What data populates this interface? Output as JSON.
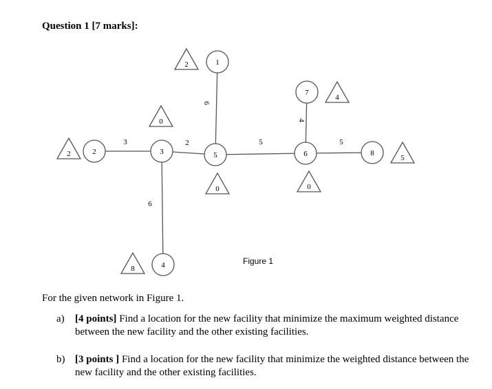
{
  "question": {
    "title": "Question 1 [7 marks]:"
  },
  "figure": {
    "caption": "Figure 1",
    "nodes": [
      {
        "id": "n2",
        "label": "2"
      },
      {
        "id": "n3",
        "label": "3"
      },
      {
        "id": "n4",
        "label": "4"
      },
      {
        "id": "n1",
        "label": "1"
      },
      {
        "id": "n5",
        "label": "5"
      },
      {
        "id": "n6",
        "label": "6"
      },
      {
        "id": "n7",
        "label": "7"
      },
      {
        "id": "n8",
        "label": "8"
      }
    ],
    "weights": [
      {
        "node": "n2",
        "label": "2"
      },
      {
        "node": "n3",
        "label": "0"
      },
      {
        "node": "n4",
        "label": "8"
      },
      {
        "node": "n1",
        "label": "2"
      },
      {
        "node": "n5",
        "label": "0"
      },
      {
        "node": "n6",
        "label": "0"
      },
      {
        "node": "n7",
        "label": "4"
      },
      {
        "node": "n8",
        "label": "5"
      }
    ],
    "edges": [
      {
        "from": "n2",
        "to": "n3",
        "length": "3"
      },
      {
        "from": "n3",
        "to": "n5",
        "length": "2"
      },
      {
        "from": "n3",
        "to": "n4",
        "length": "6"
      },
      {
        "from": "n5",
        "to": "n1",
        "length": "6"
      },
      {
        "from": "n5",
        "to": "n6",
        "length": "5"
      },
      {
        "from": "n6",
        "to": "n7",
        "length": "4"
      },
      {
        "from": "n6",
        "to": "n8",
        "length": "5"
      }
    ]
  },
  "intro": "For the given network in Figure 1.",
  "parts": [
    {
      "marker": "a)",
      "points": "[4 points]",
      "text": " Find a location for the new facility that minimize the maximum weighted distance between the new facility and the other existing facilities."
    },
    {
      "marker": "b)",
      "points": "[3 points ]",
      "text": " Find a location for the new facility that minimize the weighted distance between the new facility and the other existing facilities."
    }
  ]
}
